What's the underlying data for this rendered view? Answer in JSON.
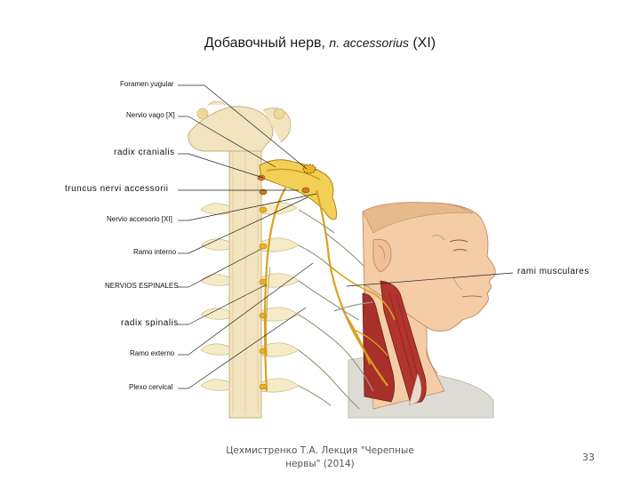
{
  "slide": {
    "title_ru": "Добавочный нерв, ",
    "title_latin": "n. accessorius",
    "title_num": " (XI)",
    "footer": "Цехмистренко Т.А. Лекция \"Черепные нервы\" (2014)",
    "page_number": "33"
  },
  "labels": {
    "foramen_yugular": "Foramen yugular",
    "nervio_vago": "Nervio vago [X]",
    "radix_cranialis": "radix cranialis",
    "truncus": "truncus nervi accessorii",
    "nervio_accesorio": "Nervio accesorio [XI]",
    "ramo_interno": "Ramo interno",
    "nervios_espinales": "NERVIOS ESPINALES",
    "rami_musculares": "rami musculares",
    "radix_spinalis": "radix spinalis",
    "ramo_externo": "Ramo externo",
    "plexo_cervical": "Plexo cervical"
  },
  "colors": {
    "spine": "#f2e4bf",
    "nerve": "#e9b321",
    "muscle": "#a8302a",
    "skin": "#f4cda6",
    "shoulder": "#dcdcd5"
  }
}
